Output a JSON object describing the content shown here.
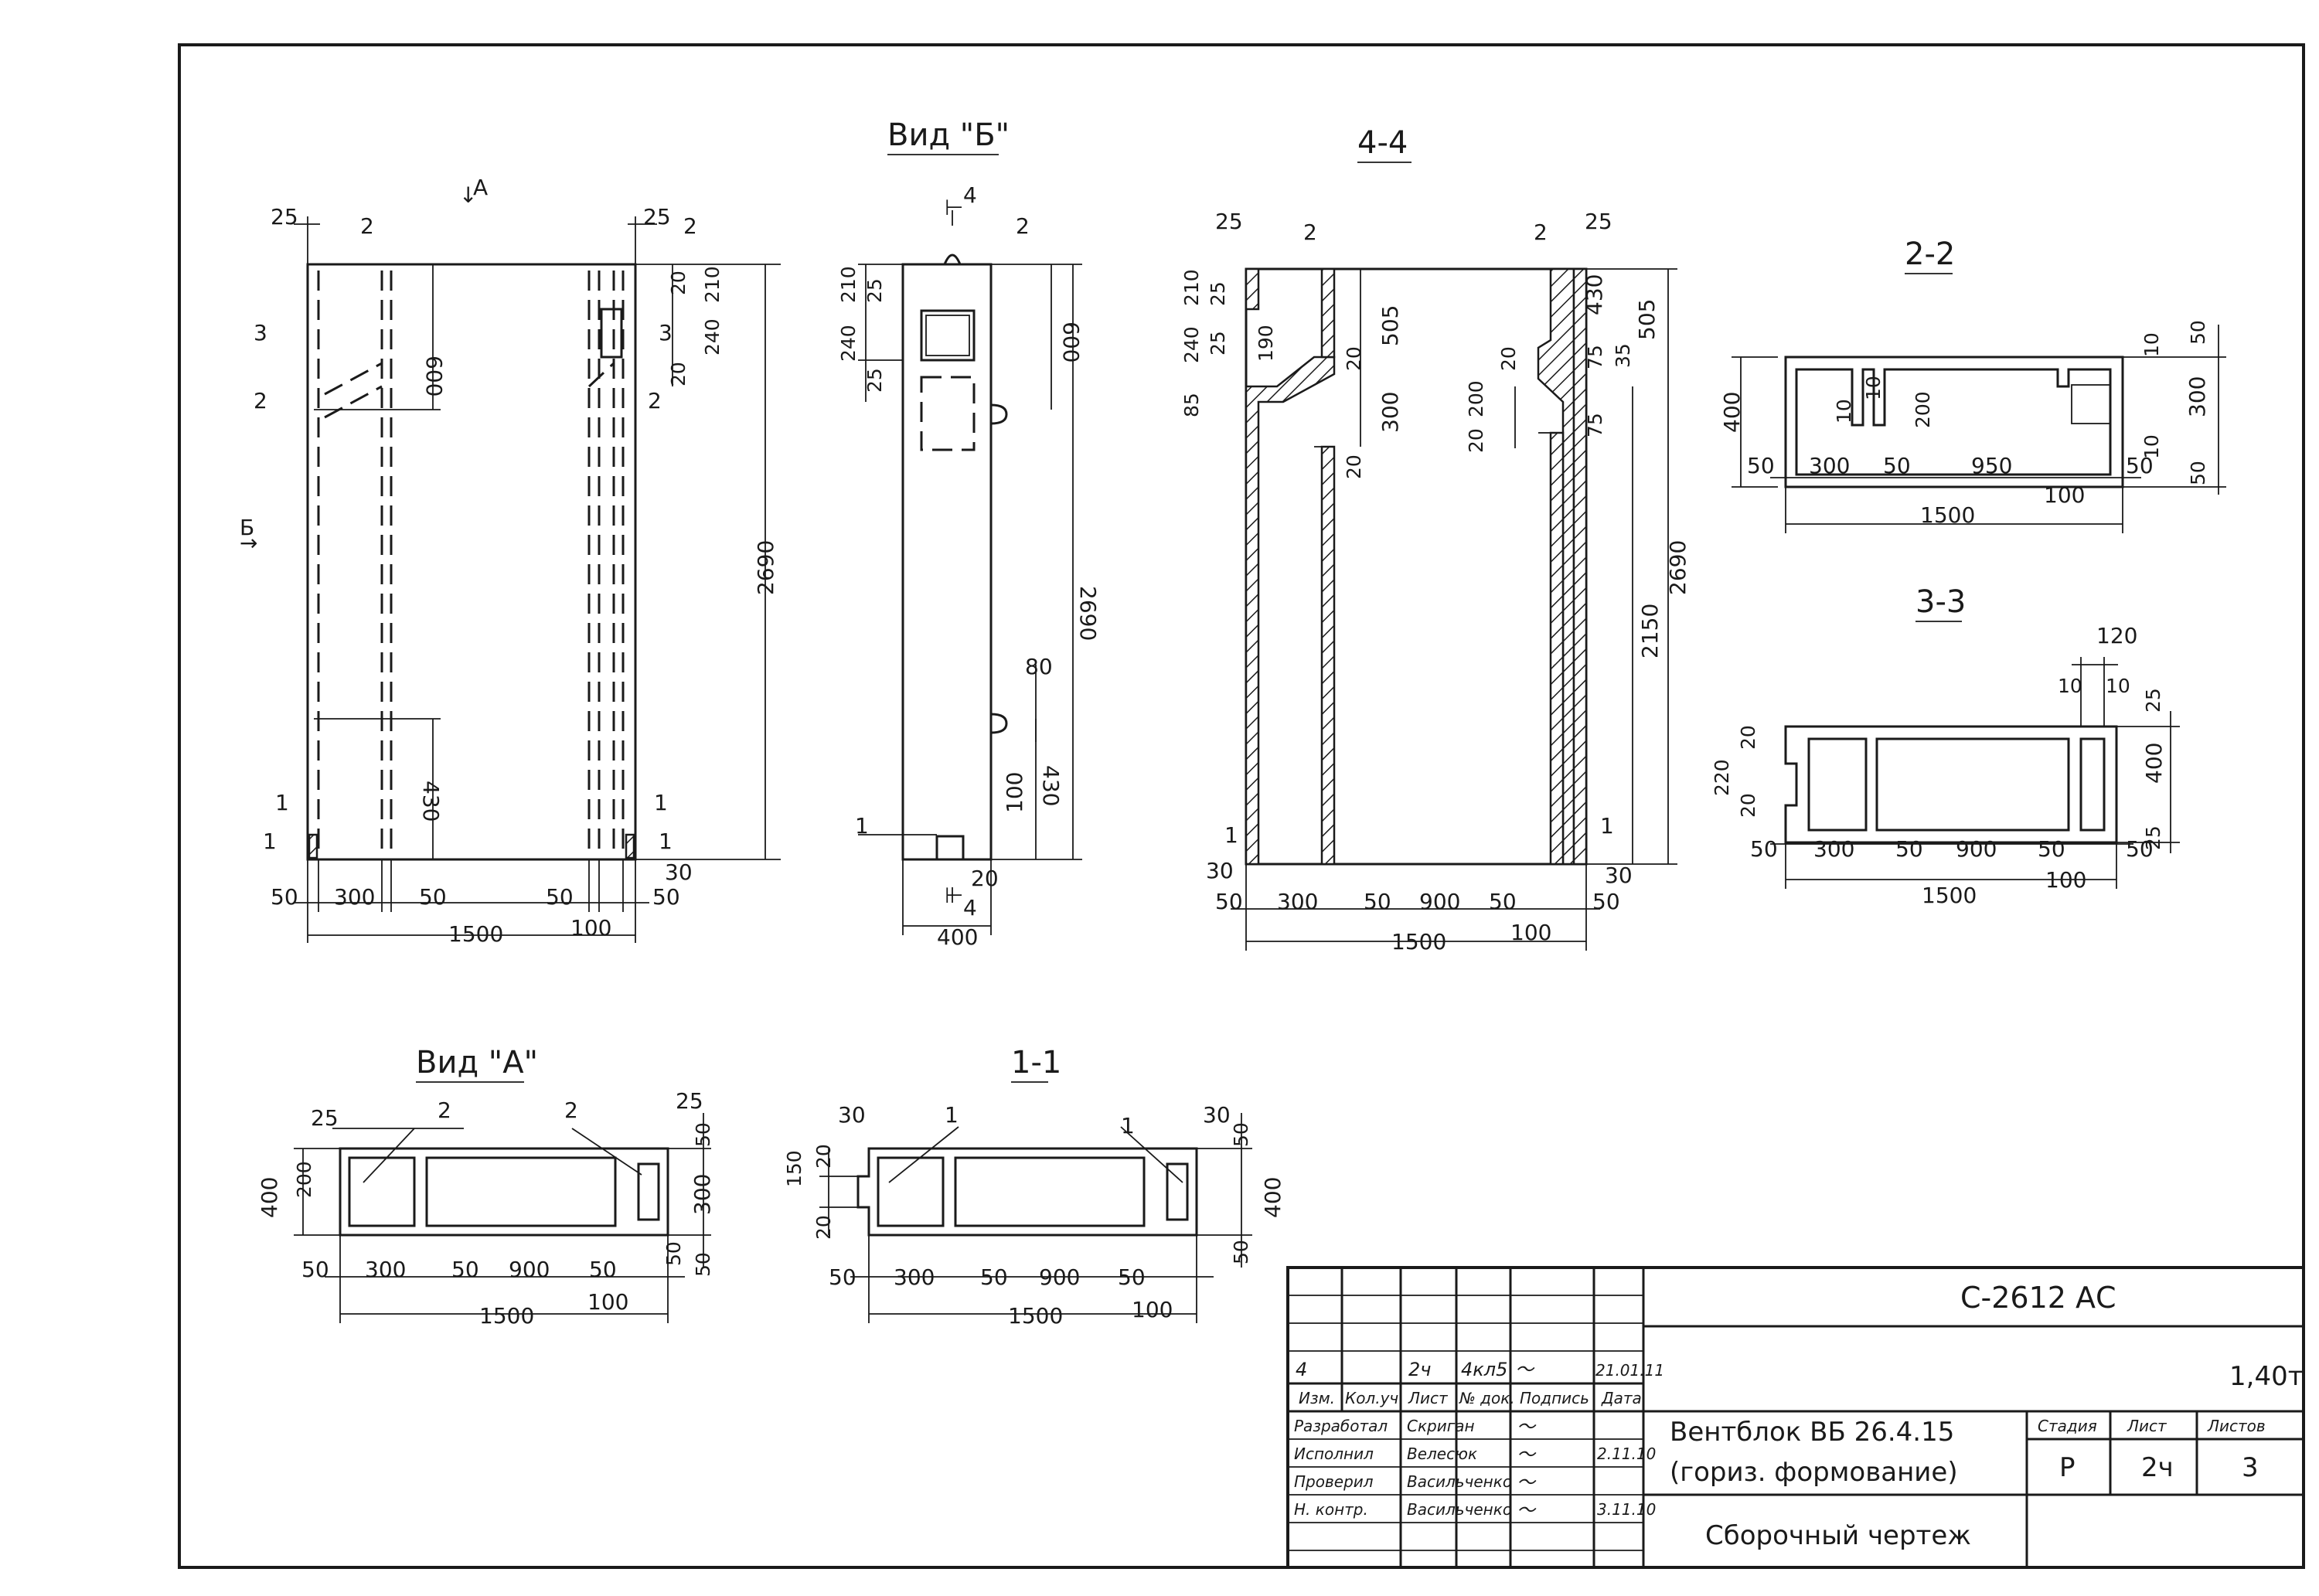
{
  "views": {
    "front": {
      "arrow_top": "А",
      "arrow_side": "Б",
      "leaders": [
        "2",
        "2",
        "1",
        "1"
      ],
      "cuts": [
        "3",
        "3",
        "2",
        "2",
        "1",
        "1"
      ]
    },
    "view_b": {
      "title": "Вид \"Б\"",
      "cut": "4",
      "cut_bottom": "4",
      "leaders": [
        "2",
        "1"
      ]
    },
    "sec_44": {
      "title": "4-4",
      "leaders": [
        "2",
        "2",
        "1",
        "1"
      ]
    },
    "sec_22": {
      "title": "2-2"
    },
    "sec_33": {
      "title": "3-3"
    },
    "view_a": {
      "title": "Вид \"А\"",
      "leaders": [
        "2",
        "2"
      ]
    },
    "sec_11": {
      "title": "1-1",
      "leaders": [
        "1",
        "1"
      ]
    }
  },
  "dimensions": {
    "front": {
      "d25l": "25",
      "d25r": "25",
      "d20": "20",
      "d210": "210",
      "d240": "240",
      "d20b": "20",
      "d600": "600",
      "d2690": "2690",
      "d430": "430",
      "d30": "30",
      "b50a": "50",
      "b300": "300",
      "b50b": "50",
      "b50c": "50",
      "b100": "100",
      "b50d": "50",
      "b1500": "1500"
    },
    "view_b": {
      "d210": "210",
      "d25a": "25",
      "d240": "240",
      "d25b": "25",
      "d600": "600",
      "d2690": "2690",
      "d80": "80",
      "d430": "430",
      "d100": "100",
      "d20": "20",
      "d400": "400"
    },
    "sec_44": {
      "d25l": "25",
      "d25r": "25",
      "d210": "210",
      "d25": "25",
      "d240": "240",
      "d25b": "25",
      "d190": "190",
      "d85": "85",
      "d20a": "20",
      "d505": "505",
      "d300": "300",
      "d20b": "20",
      "d200": "200",
      "d20c": "20",
      "d20d": "20",
      "d430": "430",
      "d505r": "505",
      "d75a": "75",
      "d35": "35",
      "d75b": "75",
      "d2150": "2150",
      "d2690": "2690",
      "d30l": "30",
      "d30r": "30",
      "b50a": "50",
      "b300": "300",
      "b50b": "50",
      "b900": "900",
      "b50c": "50",
      "b100": "100",
      "b50d": "50",
      "b1500": "1500"
    },
    "sec_22": {
      "d400": "400",
      "d10a": "10",
      "d10b": "10",
      "d200": "200",
      "d10r": "10",
      "d50r": "50",
      "d300r": "300",
      "d10r2": "10",
      "d50r2": "50",
      "b50a": "50",
      "b300": "300",
      "b50b": "50",
      "b950": "950",
      "b50c": "50",
      "b100": "100",
      "b1500": "1500"
    },
    "sec_33": {
      "d120": "120",
      "d10a": "10",
      "d10b": "10",
      "d25a": "25",
      "d400": "400",
      "d25b": "25",
      "d20a": "20",
      "d220": "220",
      "d20b": "20",
      "b50a": "50",
      "b300": "300",
      "b50b": "50",
      "b900": "900",
      "b50c": "50",
      "b50d": "50",
      "b100": "100",
      "b1500": "1500"
    },
    "view_a": {
      "d25l": "25",
      "d25r": "25",
      "d200": "200",
      "d400": "400",
      "d50a": "50",
      "d300": "300",
      "d50b": "50",
      "d50c": "50",
      "b50a": "50",
      "b300": "300",
      "b50b": "50",
      "b900": "900",
      "b50c": "50",
      "b100": "100",
      "b1500": "1500"
    },
    "sec_11": {
      "d30l": "30",
      "d30r": "30",
      "d20a": "20",
      "d150": "150",
      "d20b": "20",
      "d50a": "50",
      "d400": "400",
      "d50b": "50",
      "b50a": "50",
      "b300": "300",
      "b50b": "50",
      "b900": "900",
      "b50c": "50",
      "b100": "100",
      "b1500": "1500"
    }
  },
  "title_block": {
    "code": "С-2612 АС",
    "mass": "1,40т",
    "revision": {
      "izm": "4",
      "list": "2ч",
      "doc": "4кл5",
      "date": "21.01.11"
    },
    "headers": [
      "Изм.",
      "Кол.уч.",
      "Лист",
      "№ док.",
      "Подпись",
      "Дата"
    ],
    "roles": [
      {
        "role": "Разработал",
        "name": "Скриган",
        "date": ""
      },
      {
        "role": "Исполнил",
        "name": "Велесюк",
        "date": "2.11.10"
      },
      {
        "role": "Проверил",
        "name": "Васильченко",
        "date": ""
      },
      {
        "role": "Н. контр.",
        "name": "Васильченко",
        "date": "3.11.10"
      }
    ],
    "product_line1": "Вентблок ВБ 26.4.15",
    "product_line2": "(гориз. формование)",
    "stage_header": "Стадия",
    "sheet_header": "Лист",
    "sheets_header": "Листов",
    "stage": "Р",
    "sheet": "2ч",
    "sheets": "3",
    "drawing_name": "Сборочный чертеж"
  }
}
